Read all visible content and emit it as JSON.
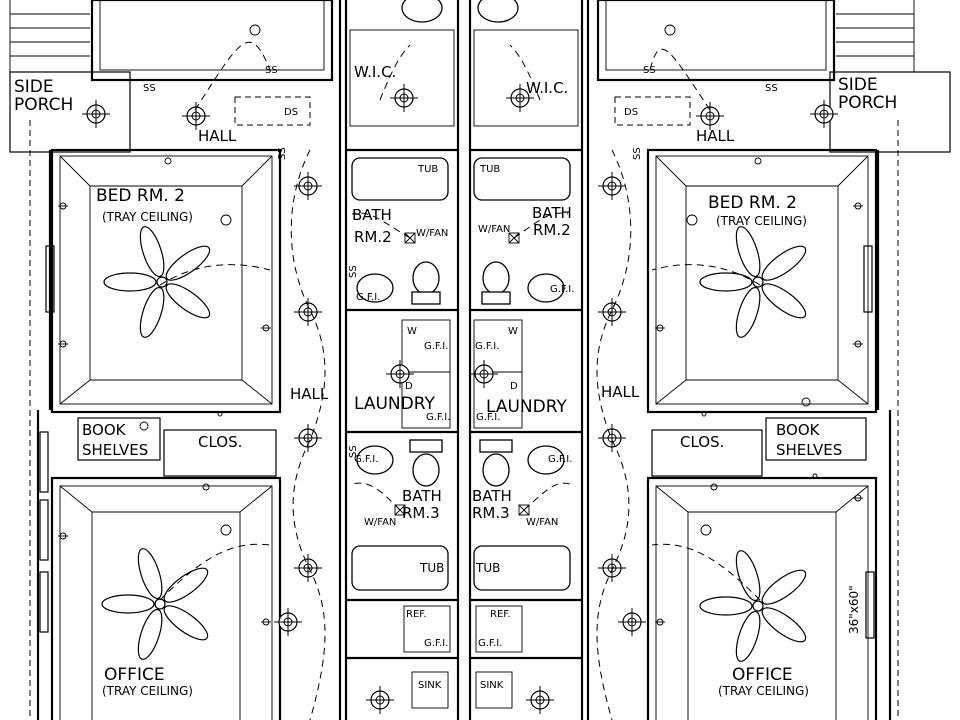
{
  "labels": {
    "side_porch_left_1": "SIDE",
    "side_porch_left_2": "PORCH",
    "side_porch_right_1": "SIDE",
    "side_porch_right_2": "PORCH",
    "wic_left": "W.I.C.",
    "wic_right": "W.I.C.",
    "ds_left": "DS",
    "ds_right": "DS",
    "hall_top_left": "HALL",
    "hall_top_right": "HALL",
    "hall_mid_left": "HALL",
    "hall_mid_right": "HALL",
    "bed2_left": "BED RM. 2",
    "bed2_right": "BED RM. 2",
    "tray_left": "(TRAY CEILING)",
    "tray_right": "(TRAY CEILING)",
    "tub_top_left": "TUB",
    "tub_top_right": "TUB",
    "tub_bot_left": "TUB",
    "tub_bot_right": "TUB",
    "bath2_left_1": "BATH",
    "bath2_left_2": "RM.2",
    "bath2_right_1": "BATH",
    "bath2_right_2": "RM.2",
    "wfan_1": "W/FAN",
    "wfan_2": "W/FAN",
    "wfan_3": "W/FAN",
    "wfan_4": "W/FAN",
    "gfi_1": "G.F.I.",
    "gfi_2": "G.F.I.",
    "gfi_3": "G.F.I.",
    "gfi_4": "G.F.I.",
    "gfi_5": "G.F.I.",
    "gfi_6": "G.F.I.",
    "gfi_7": "G.F.I.",
    "gfi_8": "G.F.I.",
    "gfi_9": "G.F.I.",
    "gfi_10": "G.F.I.",
    "washer_left": "W",
    "washer_right": "W",
    "dryer_left": "D",
    "dryer_right": "D",
    "laundry_left": "LAUNDRY",
    "laundry_right": "LAUNDRY",
    "book_left_1": "BOOK",
    "book_left_2": "SHELVES",
    "book_right_1": "BOOK",
    "book_right_2": "SHELVES",
    "clos_left": "CLOS.",
    "clos_right": "CLOS.",
    "bath3_left_1": "BATH",
    "bath3_left_2": "RM.3",
    "bath3_right_1": "BATH",
    "bath3_right_2": "RM.3",
    "office_left": "OFFICE",
    "office_right": "OFFICE",
    "tray_office_left": "(TRAY CEILING)",
    "tray_office_right": "(TRAY CEILING)",
    "ref_left": "REF.",
    "ref_right": "REF.",
    "sink_left": "SINK",
    "sink_right": "SINK",
    "window_size": "36\"x60\"",
    "sw_1": "SS",
    "sw_2": "SS",
    "sw_3": "SS",
    "sw_4": "SS",
    "sw_5": "SS",
    "sw_6": "SS",
    "sw_7": "SS",
    "sw_8": "SS"
  }
}
